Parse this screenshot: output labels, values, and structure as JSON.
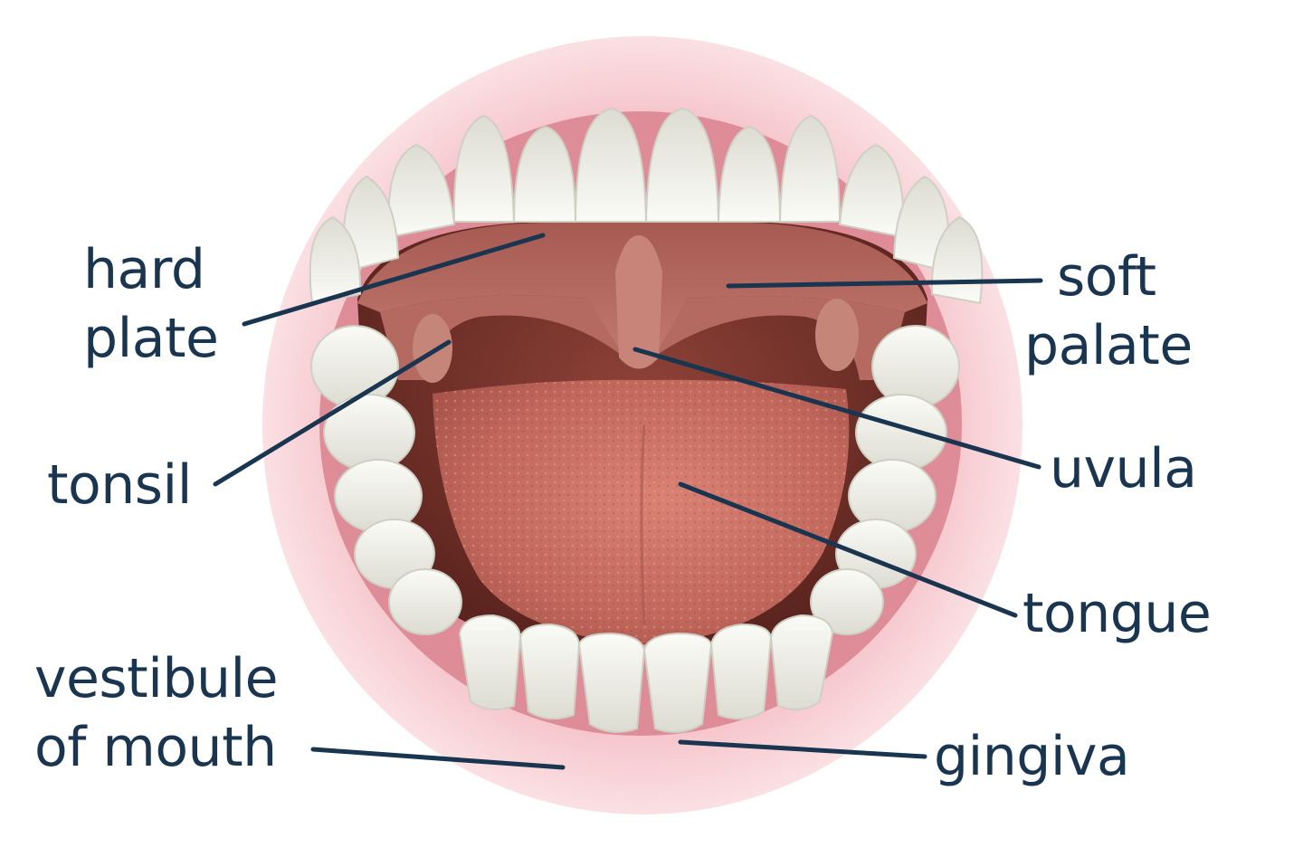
{
  "labels": {
    "hard_plate": [
      "hard",
      "plate"
    ],
    "soft_palate": [
      "soft",
      "palate"
    ],
    "tonsil": "tonsil",
    "uvula": "uvula",
    "tongue": "tongue",
    "vestibule_of_mouth": [
      "vestibule",
      "of mouth"
    ],
    "gingiva": "gingiva"
  },
  "colors": {
    "label_text": "#1a3550",
    "leader_line": "#1a3550",
    "lip": "#e9a3ad",
    "gum": "#d98591",
    "palate": "#b5665d",
    "throat": "#7c3a31",
    "tongue": "#c56a5f",
    "tooth": "#f4f3ee"
  }
}
